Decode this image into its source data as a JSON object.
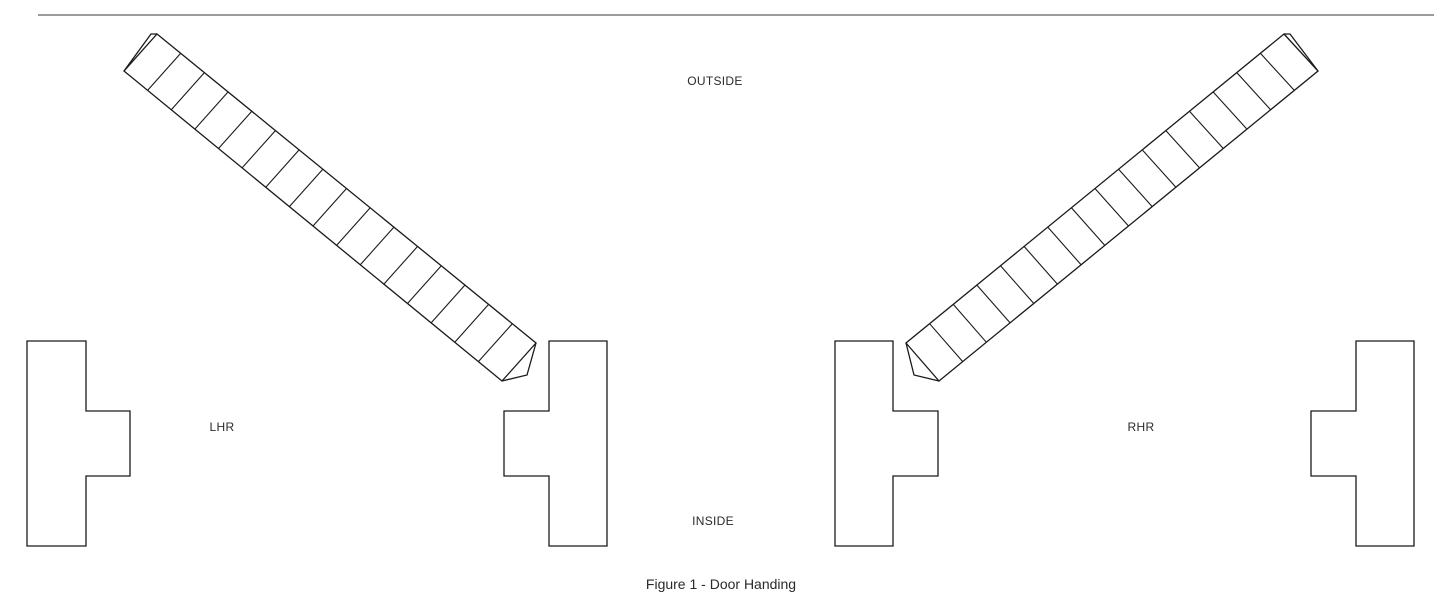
{
  "labels": {
    "outside": "OUTSIDE",
    "inside": "INSIDE",
    "lhr": "LHR",
    "rhr": "RHR"
  },
  "caption": "Figure 1 - Door Handing",
  "doors": {
    "lhr": {
      "hatch_divisions": 16
    },
    "rhr": {
      "hatch_divisions": 16
    }
  }
}
